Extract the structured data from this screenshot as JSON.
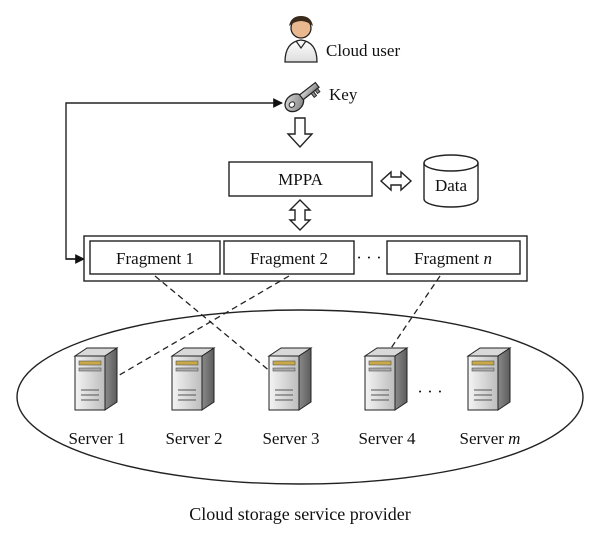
{
  "user": {
    "label": "Cloud user"
  },
  "key": {
    "label": "Key"
  },
  "mppa": {
    "label": "MPPA"
  },
  "data_store": {
    "label": "Data"
  },
  "fragments": [
    {
      "label": "Fragment 1",
      "suffix": ""
    },
    {
      "label": "Fragment 2",
      "suffix": ""
    },
    {
      "label": "Fragment ",
      "suffix": "n"
    }
  ],
  "fragment_ellipsis": "· · ·",
  "servers": [
    {
      "label": "Server 1",
      "suffix": ""
    },
    {
      "label": "Server 2",
      "suffix": ""
    },
    {
      "label": "Server 3",
      "suffix": ""
    },
    {
      "label": "Server 4",
      "suffix": ""
    },
    {
      "label": "Server ",
      "suffix": "m"
    }
  ],
  "server_ellipsis": "· · ·",
  "provider": {
    "label": "Cloud storage service provider"
  }
}
